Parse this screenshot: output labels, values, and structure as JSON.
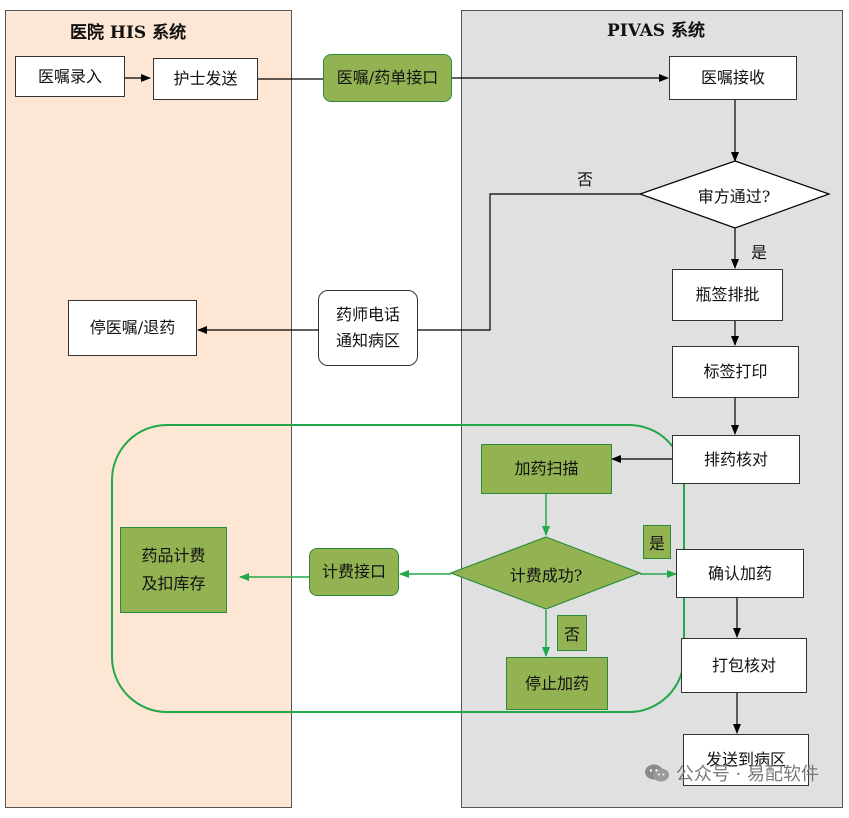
{
  "lanes": {
    "his_title": "医院 HIS 系统",
    "pivas_title": "PIVAS 系统"
  },
  "nodes": {
    "order_entry": "医嘱录入",
    "nurse_send": "护士发送",
    "order_interface": "医嘱/药单接口",
    "order_receive": "医嘱接收",
    "review_pass": "审方通过?",
    "label_batch": "瓶签排批",
    "label_print": "标签打印",
    "sort_check": "排药核对",
    "pharmacist_call": [
      "药师电话",
      "通知病区"
    ],
    "stop_order": "停医嘱/退药",
    "add_scan": "加药扫描",
    "billing_success": "计费成功?",
    "billing_interface": "计费接口",
    "drug_billing": [
      "药品计费",
      "及扣库存"
    ],
    "stop_adding": "停止加药",
    "confirm_add": "确认加药",
    "pack_check": "打包核对",
    "send_ward": "发送到病区"
  },
  "edge_labels": {
    "no_review": "否",
    "yes_review": "是",
    "yes_billing": "是",
    "no_billing": "否"
  },
  "colors": {
    "his_lane": "#fde6d3",
    "pivas_lane": "#e0e0e0",
    "green_fill": "#93b352",
    "green_border": "#22a84a"
  },
  "watermark": "公众号 · 易配软件"
}
